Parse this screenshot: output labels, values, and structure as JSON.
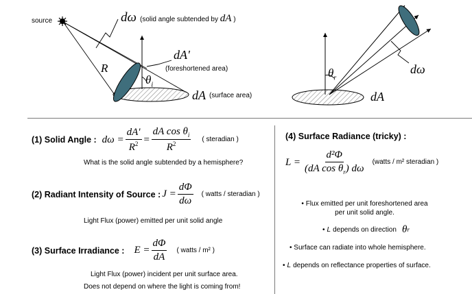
{
  "figure_left": {
    "source_label": "source",
    "dw_symbol": "dω",
    "dw_note": "(solid angle subtended by",
    "dw_note_dA": "dA",
    "dw_note_close": ")",
    "R_label": "R",
    "dAprime_label": "dA'",
    "dAprime_note": "(foreshortened area)",
    "theta_i_label": "θ",
    "theta_i_sub": "i",
    "dA_label": "dA",
    "dA_note": "(surface area)"
  },
  "figure_right": {
    "theta_r_label": "θ",
    "theta_r_sub": "r",
    "dw_label": "dω",
    "dA_label": "dA"
  },
  "section1": {
    "heading": "(1) Solid Angle :",
    "lhs": "dω =",
    "f1_num": "dA'",
    "f1_den": "R",
    "f1_den_sup": "2",
    "eq2": "=",
    "f2_num": "dA cos θ",
    "f2_num_sub": "i",
    "f2_den": "R",
    "f2_den_sup": "2",
    "unit": "( steradian )",
    "note": "What is the solid angle subtended by a hemisphere?"
  },
  "section2": {
    "heading": "(2) Radiant Intensity of Source :",
    "lhs": "J =",
    "num": "dΦ",
    "den": "dω",
    "unit": "( watts / steradian )",
    "note": "Light Flux (power) emitted per unit solid angle"
  },
  "section3": {
    "heading": "(3) Surface Irradiance :",
    "lhs": "E =",
    "num": "dΦ",
    "den": "dA",
    "unit": "( watts / m² )",
    "note1": "Light Flux (power) incident per unit surface area.",
    "note2": "Does not depend on where the light is coming from!"
  },
  "section4": {
    "heading": "(4) Surface Radiance  (tricky) :",
    "lhs": "L =",
    "num": "d²Φ",
    "den_a": "(dA cos θ",
    "den_sub": "r",
    "den_b": ")  dω",
    "unit": "(watts / m² steradian )",
    "b1a": "• Flux emitted per unit foreshortened area",
    "b1b": "per unit solid angle.",
    "b2_pre": "•",
    "b2_L": "L",
    "b2_post": "depends on direction",
    "b2_theta": "θ",
    "b2_sub": "r",
    "b3": "• Surface can radiate into whole hemisphere.",
    "b4_pre": "•",
    "b4_L": "L",
    "b4_post": "depends on reflectance properties of surface."
  },
  "colors": {
    "patch_fill": "#3f6e7c",
    "hatch": "#9a9a9a",
    "divider": "#7a7a7a"
  }
}
